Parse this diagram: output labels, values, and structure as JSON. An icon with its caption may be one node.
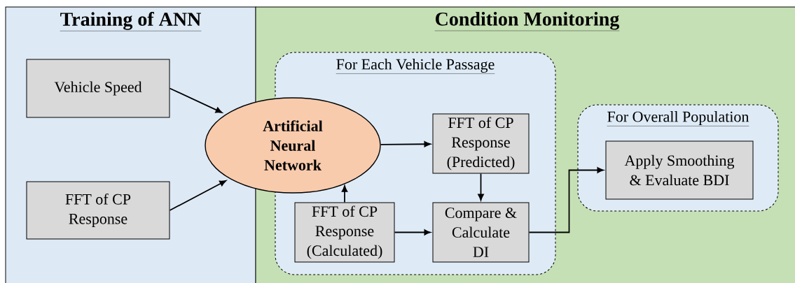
{
  "diagram": {
    "nodes": [
      {
        "text": [
          "Training of ANN"
        ]
      },
      {
        "text": [
          "Condition Monitoring"
        ]
      },
      {
        "text": [
          "Vehicle Speed"
        ],
        "in": 0
      },
      {
        "text": [
          "FFT of CP Response"
        ],
        "in": 0
      },
      {
        "text": [
          "Artificial Neural Network"
        ]
      },
      {
        "text": [
          "For Each Vehicle Passage"
        ],
        "in": 1
      },
      {
        "text": [
          "FFT of CP Response (Predicted)"
        ],
        "in": 5
      },
      {
        "text": [
          "FFT of CP Response (Calculated)"
        ],
        "in": 5
      },
      {
        "text": [
          "Compare & Calculate DI"
        ],
        "in": 5
      },
      {
        "text": [
          "For Overall Population"
        ],
        "in": 1
      },
      {
        "text": [
          "Apply Smoothing & Evaluate BDI"
        ],
        "in": 9
      }
    ],
    "edges": [
      {
        "from": 2,
        "to": 4,
        "arrow": "to"
      },
      {
        "from": 3,
        "to": 4,
        "arrow": "to"
      },
      {
        "from": 4,
        "to": 6,
        "arrow": "to"
      },
      {
        "from": 7,
        "to": 4,
        "arrow": "to"
      },
      {
        "from": 6,
        "to": 8,
        "arrow": "to"
      },
      {
        "from": 7,
        "to": 8,
        "arrow": "to"
      },
      {
        "from": 8,
        "to": 10,
        "arrow": "to"
      }
    ]
  }
}
